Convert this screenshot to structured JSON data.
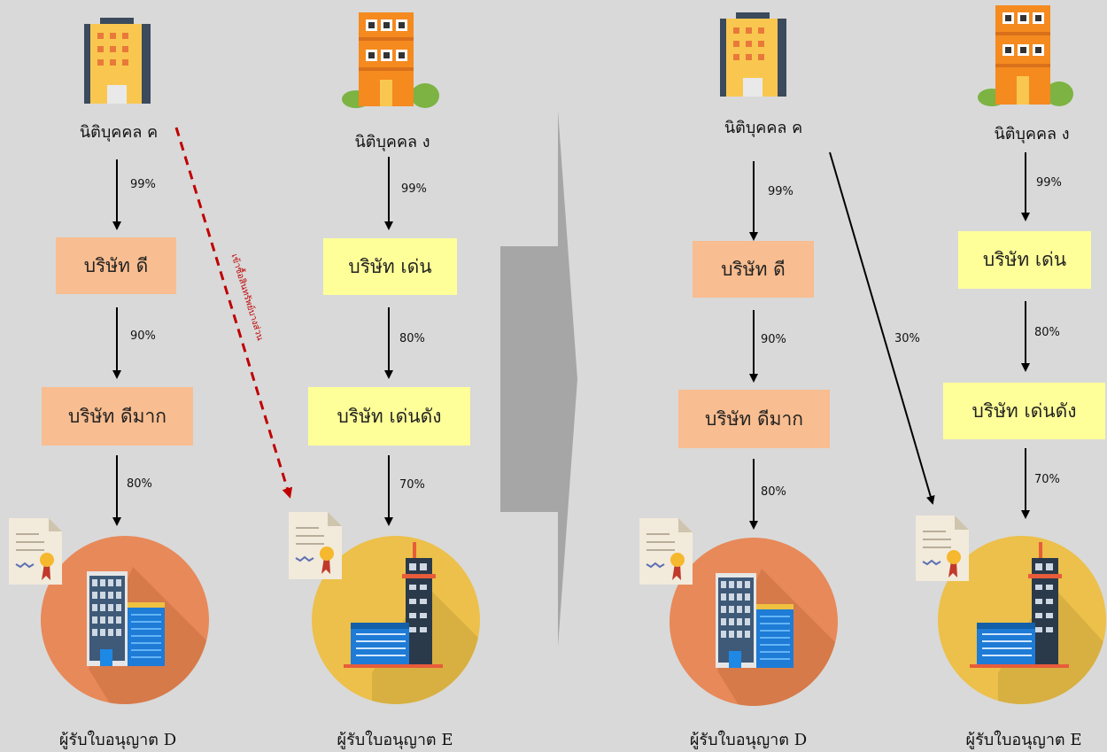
{
  "left": {
    "owner_c": "นิติบุคคล ค",
    "owner_d": "นิติบุคคล ง",
    "company_dee": "บริษัท ดี",
    "company_deemak": "บริษัท ดีมาก",
    "company_den": "บริษัท เด่น",
    "company_dendang": "บริษัท เด่นดัง",
    "pct_c_dee": "99%",
    "pct_dee_deemak": "90%",
    "pct_deemak_D": "80%",
    "pct_d_den": "99%",
    "pct_den_dendang": "80%",
    "pct_dendang_E": "70%",
    "dashed_label": "เข้าซื้อสินทรัพย์บางส่วน",
    "licensee_D": "ผู้รับใบอนุญาต D",
    "licensee_E": "ผู้รับใบอนุญาต E"
  },
  "right": {
    "owner_c": "นิติบุคคล ค",
    "owner_d": "นิติบุคคล ง",
    "company_dee": "บริษัท ดี",
    "company_deemak": "บริษัท ดีมาก",
    "company_den": "บริษัท เด่น",
    "company_dendang": "บริษัท เด่นดัง",
    "pct_c_dee": "99%",
    "pct_dee_deemak": "90%",
    "pct_deemak_D": "80%",
    "pct_c_E": "30%",
    "pct_d_den": "99%",
    "pct_den_dendang": "80%",
    "pct_dendang_E": "70%",
    "licensee_D": "ผู้รับใบอนุญาต D",
    "licensee_E": "ผู้รับใบอนุญาต E"
  },
  "colors": {
    "background": "#d9d9d9",
    "orange_box": "#f8bd90",
    "yellow_box": "#ffff99",
    "circle_D": "#e8895a",
    "circle_E": "#ecc04a",
    "dashed_arrow": "#c00000",
    "transition_arrow": "#a6a6a6"
  },
  "icons": {
    "owner_c": "office-building-icon",
    "owner_d": "apartment-building-icon",
    "licensee_D": "skyscraper-icon",
    "licensee_E": "tower-building-icon",
    "document": "certificate-icon"
  }
}
